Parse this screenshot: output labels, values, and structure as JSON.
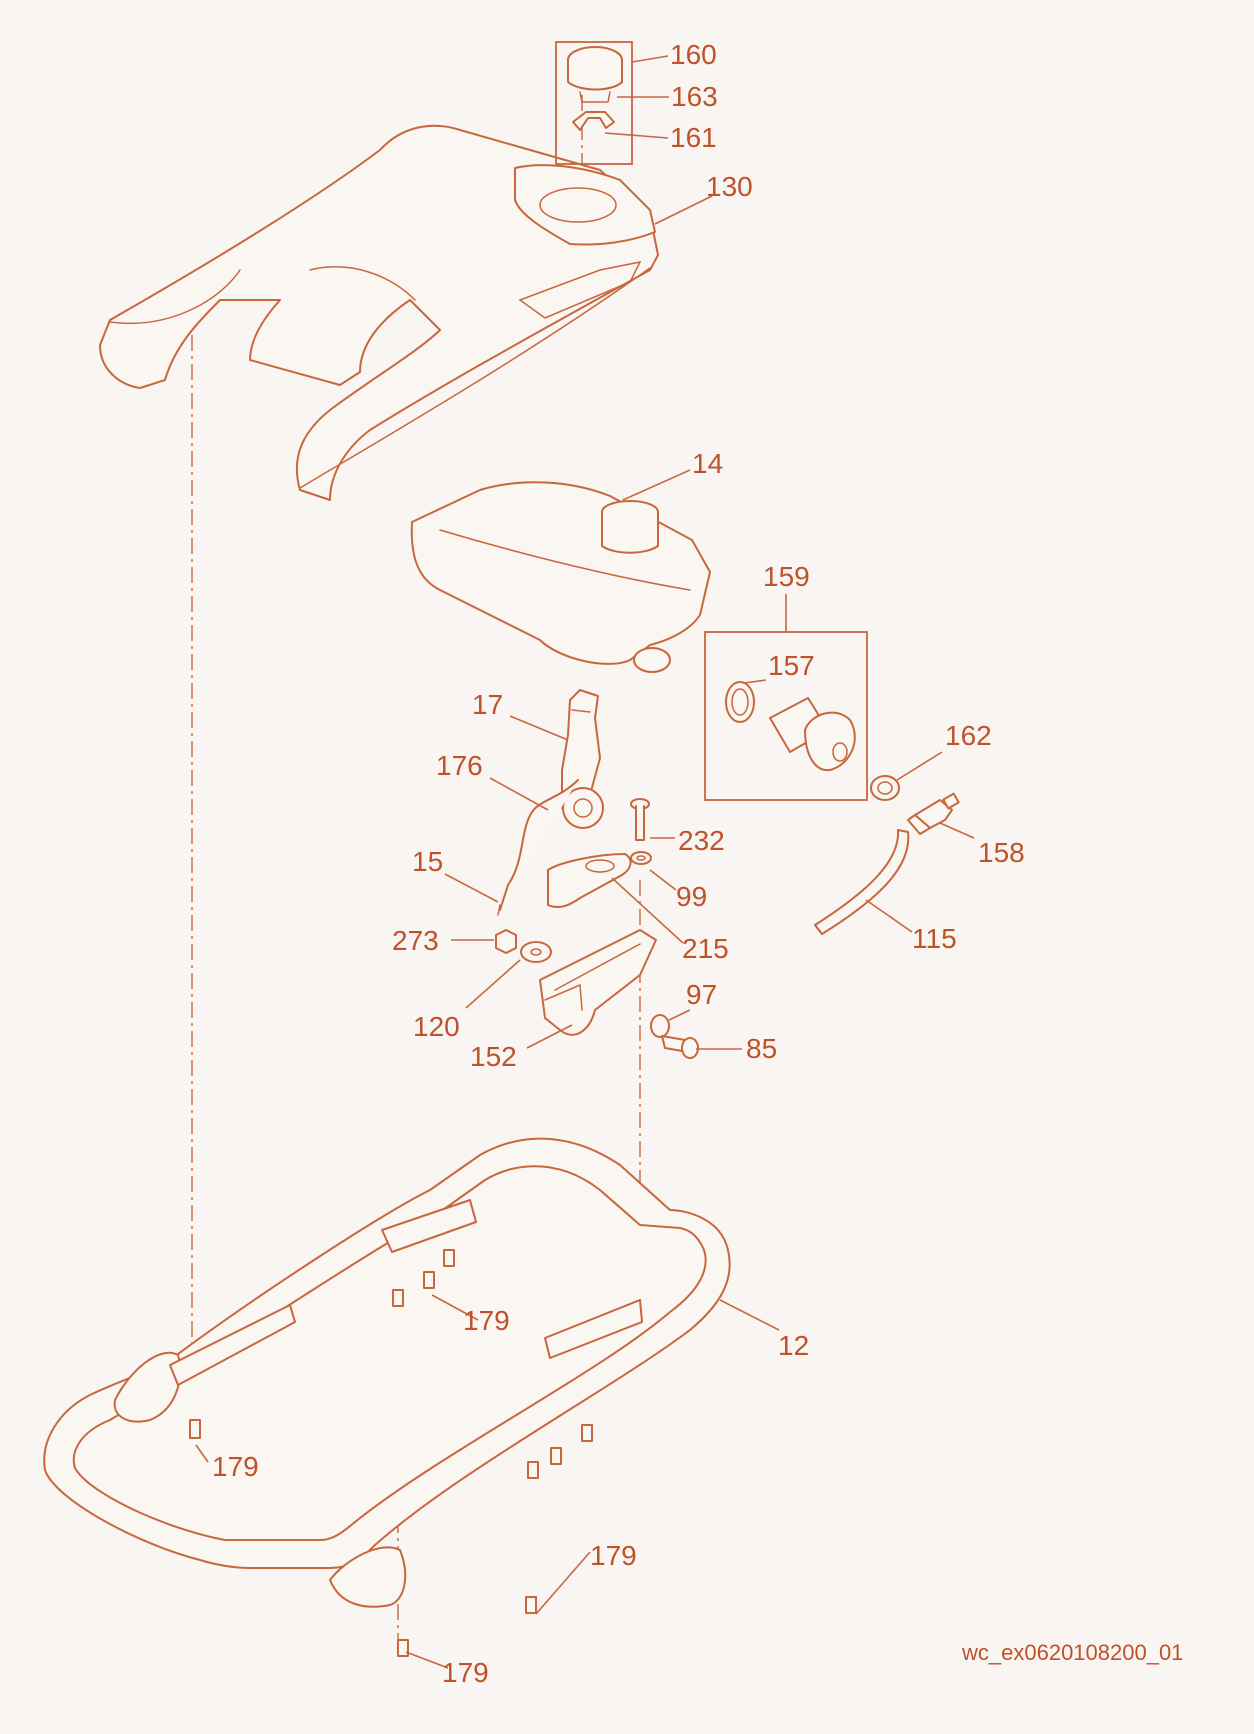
{
  "diagram": {
    "reference_code": "wc_ex0620108200_01",
    "colors": {
      "line": "#c8673e",
      "text": "#c0522a",
      "background": "#f8f5f2"
    },
    "callouts": [
      {
        "id": "c160",
        "label": "160"
      },
      {
        "id": "c163",
        "label": "163"
      },
      {
        "id": "c161",
        "label": "161"
      },
      {
        "id": "c130",
        "label": "130"
      },
      {
        "id": "c14",
        "label": "14"
      },
      {
        "id": "c159",
        "label": "159"
      },
      {
        "id": "c157",
        "label": "157"
      },
      {
        "id": "c162",
        "label": "162"
      },
      {
        "id": "c158",
        "label": "158"
      },
      {
        "id": "c115",
        "label": "115"
      },
      {
        "id": "c17",
        "label": "17"
      },
      {
        "id": "c176",
        "label": "176"
      },
      {
        "id": "c15",
        "label": "15"
      },
      {
        "id": "c232",
        "label": "232"
      },
      {
        "id": "c99",
        "label": "99"
      },
      {
        "id": "c215",
        "label": "215"
      },
      {
        "id": "c273",
        "label": "273"
      },
      {
        "id": "c120",
        "label": "120"
      },
      {
        "id": "c152",
        "label": "152"
      },
      {
        "id": "c97",
        "label": "97"
      },
      {
        "id": "c85",
        "label": "85"
      },
      {
        "id": "c12",
        "label": "12"
      },
      {
        "id": "c179a",
        "label": "179"
      },
      {
        "id": "c179b",
        "label": "179"
      },
      {
        "id": "c179c",
        "label": "179"
      },
      {
        "id": "c179d",
        "label": "179"
      }
    ]
  }
}
